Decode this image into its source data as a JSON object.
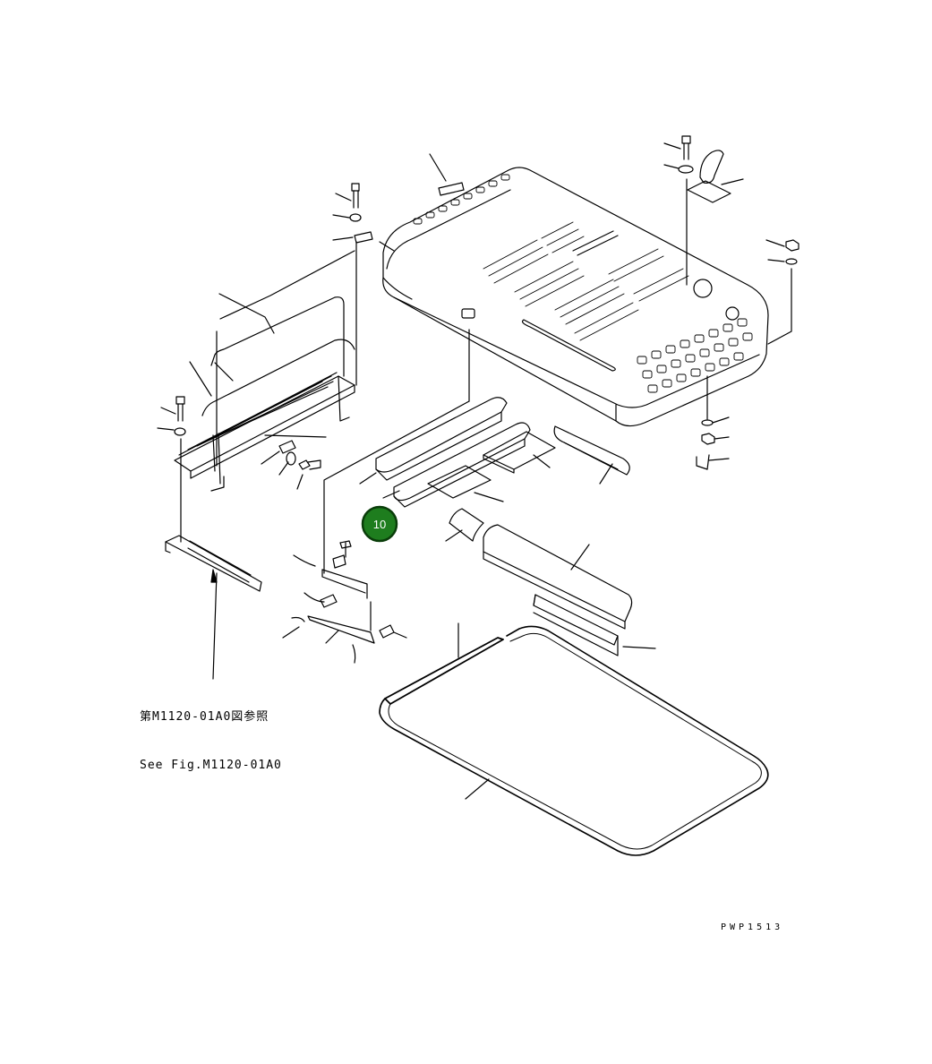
{
  "reference": {
    "line_jp": "第M1120-01A0図参照",
    "line_en": "See Fig.M1120-01A0"
  },
  "drawing_code": "PWP1513",
  "callout": {
    "number": "10",
    "fill_color": "#1e7d1e",
    "stroke_color": "#0a3d0a"
  }
}
